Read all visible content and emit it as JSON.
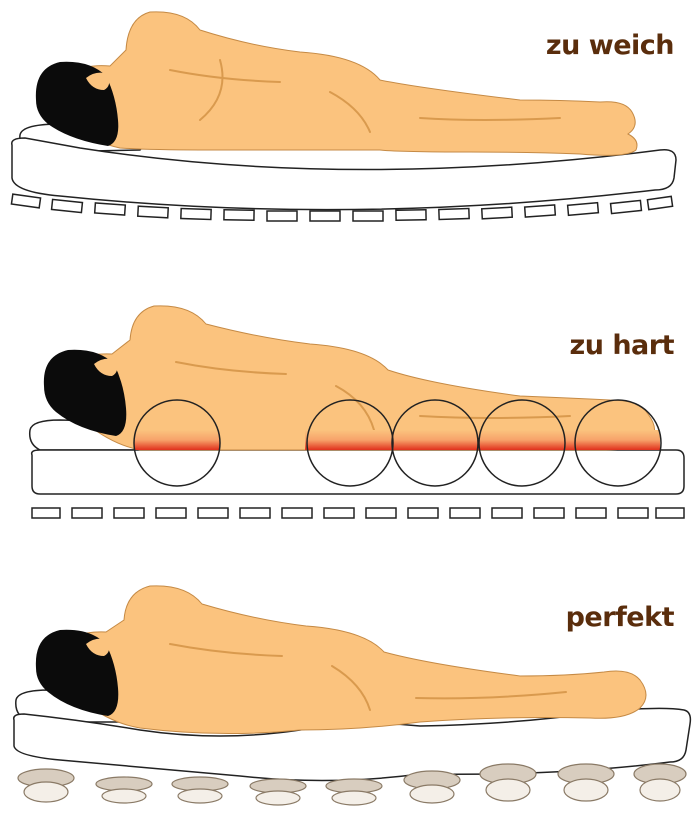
{
  "colors": {
    "skin": "#fbc37e",
    "skin_line": "#d99a4e",
    "hair": "#0b0b0b",
    "label": "#5a2d0c",
    "outline": "#333333",
    "pressure_red": "#e0301c",
    "pressure_orange": "#f7a26a"
  },
  "panels": [
    {
      "label": "zu weich",
      "mattress": "sagging"
    },
    {
      "label": "zu hart",
      "mattress": "flat-with-pressure-points"
    },
    {
      "label": "perfekt",
      "mattress": "contoured-springs"
    }
  ]
}
